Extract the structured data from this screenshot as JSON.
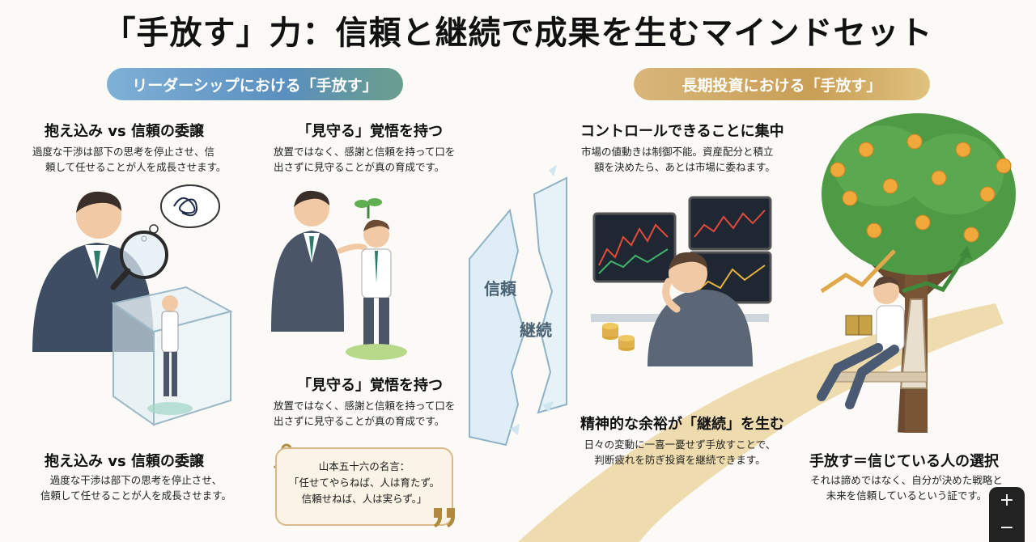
{
  "title": "「手放す」力：信頼と継続で成果を生むマインドセット",
  "sections": {
    "leadership": {
      "label": "リーダーシップにおける「手放す」"
    },
    "investment": {
      "label": "長期投資における「手放す」"
    }
  },
  "blocks": {
    "holding_top": {
      "heading": "抱え込み vs 信頼の委譲",
      "line1": "過度な干渉は部下の思考を停止させ、信",
      "line2": "頼して任せることが人を成長させます。"
    },
    "watch_top": {
      "heading": "「見守る」覚悟を持つ",
      "line1": "放置ではなく、感謝と信頼を持って口を",
      "line2": "出さずに見守ることが真の育成です。"
    },
    "control": {
      "heading": "コントロールできることに集中",
      "line1": "市場の値動きは制御不能。資産配分と積立",
      "line2": "額を決めたら、あとは市場に委ねます。"
    },
    "watch_bottom": {
      "heading": "「見守る」覚悟を持つ",
      "line1": "放置ではなく、感謝と信頼を持って口を",
      "line2": "出さずに見守ることが真の育成です。"
    },
    "holding_bottom": {
      "heading": "抱え込み vs 信頼の委譲",
      "line1": "過度な干渉は部下の思考を停止させ、",
      "line2": "信頼して任せることが人を成長させます。"
    },
    "margin": {
      "heading": "精神的な余裕が「継続」を生む",
      "line1": "日々の変動に一喜一憂せず手放すことで、",
      "line2": "判断疲れを防ぎ投資を継続できます。"
    },
    "choice": {
      "heading": "手放す＝信じている人の選択",
      "line1": "それは諦めではなく、自分が決めた戦略と",
      "line2": "未来を信頼しているという証です。"
    }
  },
  "quote": {
    "attribution": "山本五十六の名言：",
    "line1": "「任せてやらねば、人は育たず。",
    "line2": "信頼せねば、人は実らず。」"
  },
  "glass": {
    "word1": "信頼",
    "word2": "継続"
  },
  "zoom": {
    "plus": "+",
    "minus": "−"
  },
  "colors": {
    "leadership_accent": "#5a8fbf",
    "investment_accent": "#c99e55",
    "path": "#ecd6a6",
    "leaf": "#3f8a3a",
    "fruit": "#f0a93a"
  }
}
